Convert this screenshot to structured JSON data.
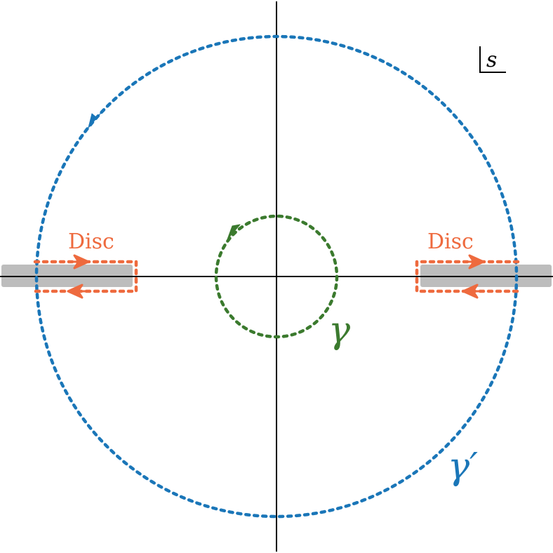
{
  "colors": {
    "axis": "#000000",
    "outer_contour": "#1a76b8",
    "inner_contour": "#3b7a2e",
    "discontinuity": "#ee6a3e",
    "cut_fill": "#bdbdbd",
    "background": "#ffffff"
  },
  "labels": {
    "plane_variable": "s",
    "left_cut": "Disc",
    "right_cut": "Disc",
    "inner_contour": "γ",
    "outer_contour": "γ′"
  }
}
